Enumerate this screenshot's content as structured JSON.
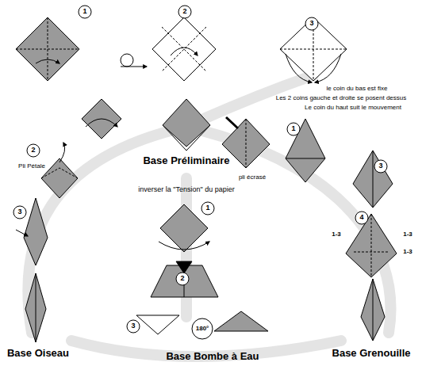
{
  "diagram": {
    "labels": [
      "1",
      "2",
      "3",
      "le coin du bas est fixe",
      "Les 2 coins gauche et droite se posent dessus",
      "Le coin du haut suit le mouvement",
      "Base Préliminaire",
      "inverser la \"Tension\" du papier",
      "2",
      "Pli Pétale",
      "3",
      "1",
      "pli écrasé",
      "3",
      "4",
      "1-3",
      "1-3",
      "1-3",
      "1",
      "2",
      "3",
      "180°",
      "Base Oiseau",
      "Base Bombe à Eau",
      "Base Grenouille"
    ]
  }
}
